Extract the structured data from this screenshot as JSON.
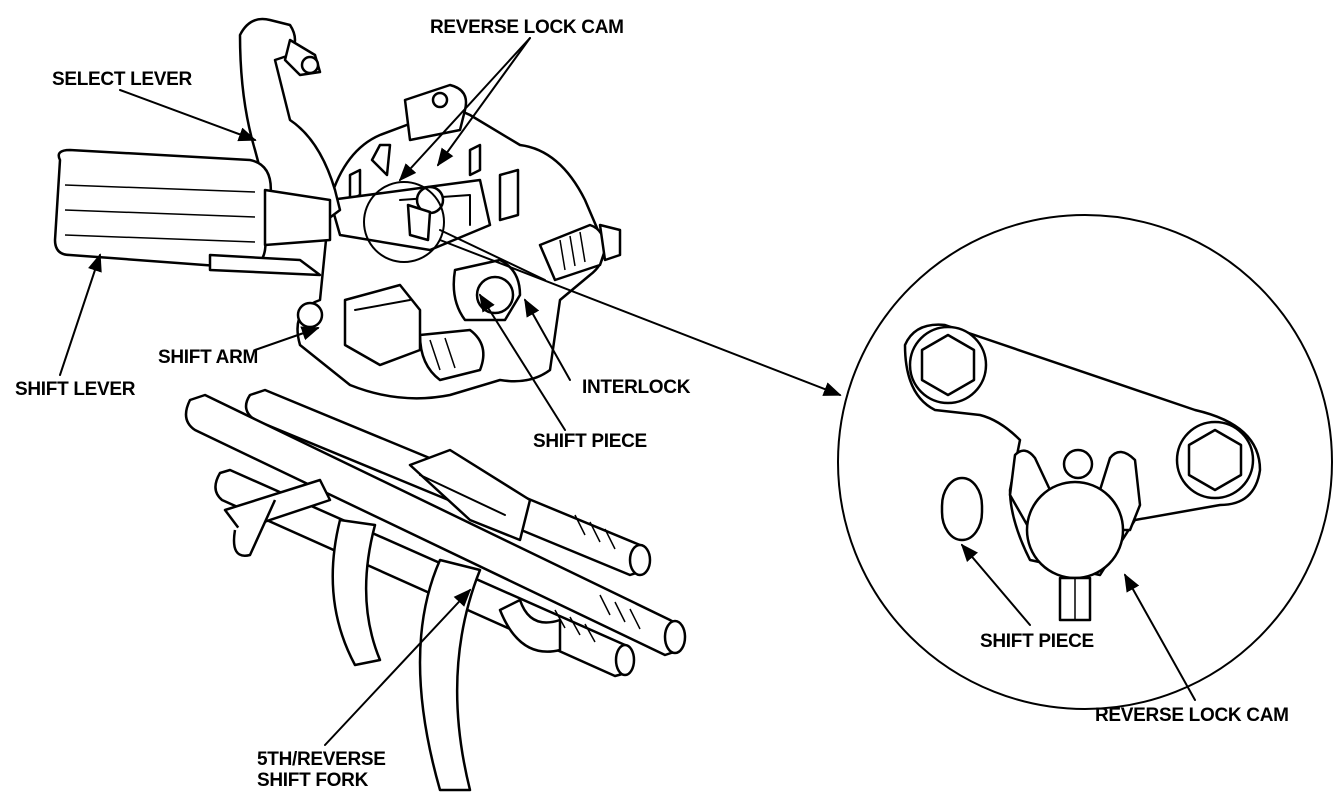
{
  "labels": {
    "reverse_lock_cam_top": "REVERSE LOCK CAM",
    "select_lever": "SELECT LEVER",
    "shift_arm": "SHIFT ARM",
    "shift_lever": "SHIFT LEVER",
    "interlock": "INTERLOCK",
    "shift_piece_main": "SHIFT PIECE",
    "fork_line1": "5TH/REVERSE",
    "fork_line2": "SHIFT FORK",
    "shift_piece_detail": "SHIFT PIECE",
    "reverse_lock_cam_detail": "REVERSE LOCK CAM"
  },
  "icons": {
    "leader_arrow": "arrow-icon",
    "detail_circle": "magnify-circle-icon"
  },
  "colors": {
    "ink": "#000000",
    "paper": "#ffffff"
  }
}
